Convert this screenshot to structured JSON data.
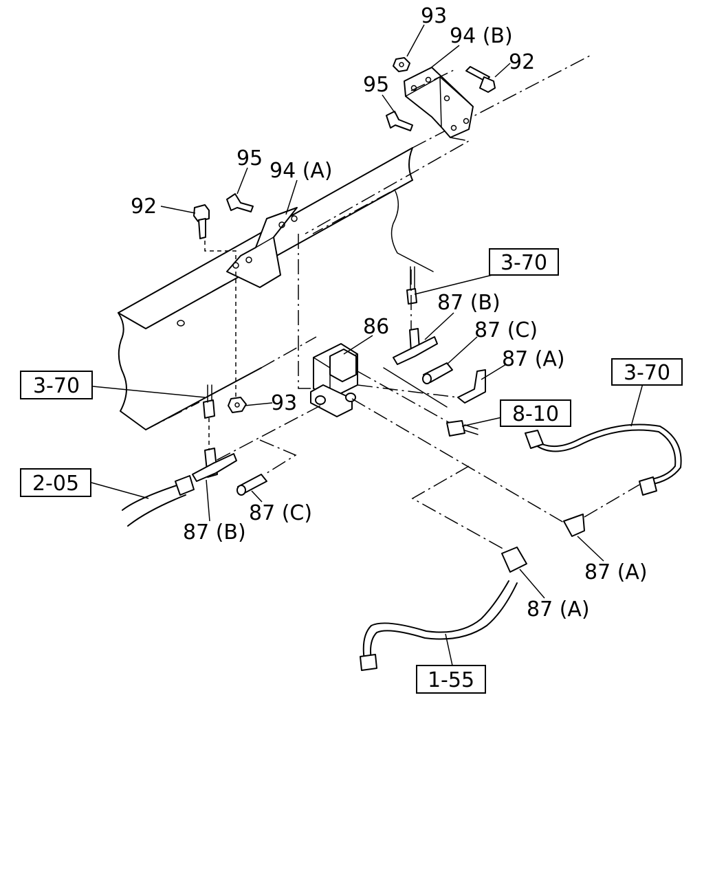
{
  "callouts": [
    {
      "id": "c93_top",
      "text": "93"
    },
    {
      "id": "c94b",
      "text": "94 (B)"
    },
    {
      "id": "c92_top",
      "text": "92"
    },
    {
      "id": "c95_top",
      "text": "95"
    },
    {
      "id": "c95_mid",
      "text": "95"
    },
    {
      "id": "c94a",
      "text": "94 (A)"
    },
    {
      "id": "c92_left",
      "text": "92"
    },
    {
      "id": "c86",
      "text": "86"
    },
    {
      "id": "c87b_top",
      "text": "87 (B)"
    },
    {
      "id": "c87c_top",
      "text": "87 (C)"
    },
    {
      "id": "c87a_top",
      "text": "87 (A)"
    },
    {
      "id": "c93_mid",
      "text": "93"
    },
    {
      "id": "c87c_low",
      "text": "87 (C)"
    },
    {
      "id": "c87b_low",
      "text": "87 (B)"
    },
    {
      "id": "c87a_right",
      "text": "87 (A)"
    },
    {
      "id": "c87a_bottom",
      "text": "87 (A)"
    }
  ],
  "references": [
    {
      "id": "r370_top",
      "text": "3-70"
    },
    {
      "id": "r370_left",
      "text": "3-70"
    },
    {
      "id": "r370_right",
      "text": "3-70"
    },
    {
      "id": "r810",
      "text": "8-10"
    },
    {
      "id": "r205",
      "text": "2-05"
    },
    {
      "id": "r155",
      "text": "1-55"
    }
  ]
}
